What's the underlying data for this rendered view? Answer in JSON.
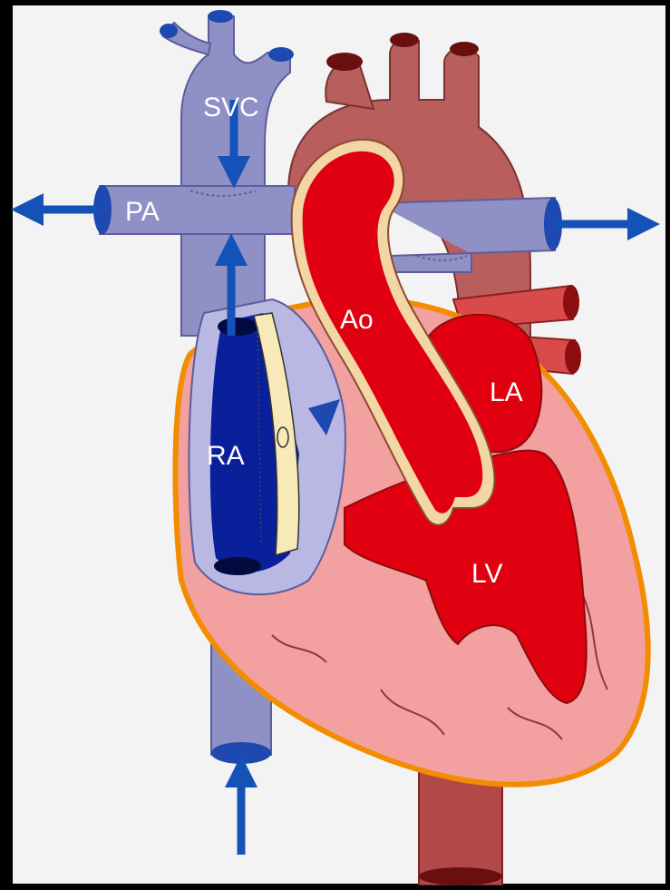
{
  "labels": {
    "svc": "SVC",
    "pa": "PA",
    "ao": "Ao",
    "la": "LA",
    "ra": "RA",
    "lv": "LV"
  },
  "colors": {
    "frame": "#000000",
    "background": "#f3f3f4",
    "vein_blue": "#8f90c6",
    "vein_dark": "#5c5d9c",
    "arrow_blue": "#1452b8",
    "ra_blue": "#0a1f9a",
    "arterial_red": "#e0000f",
    "aorta_outer": "#b25c5c",
    "aorta_rim": "#f2d6a4",
    "heart_muscle": "#f2a0a0",
    "pericardium": "#f28c00",
    "septum_cream": "#f7e9b8"
  }
}
